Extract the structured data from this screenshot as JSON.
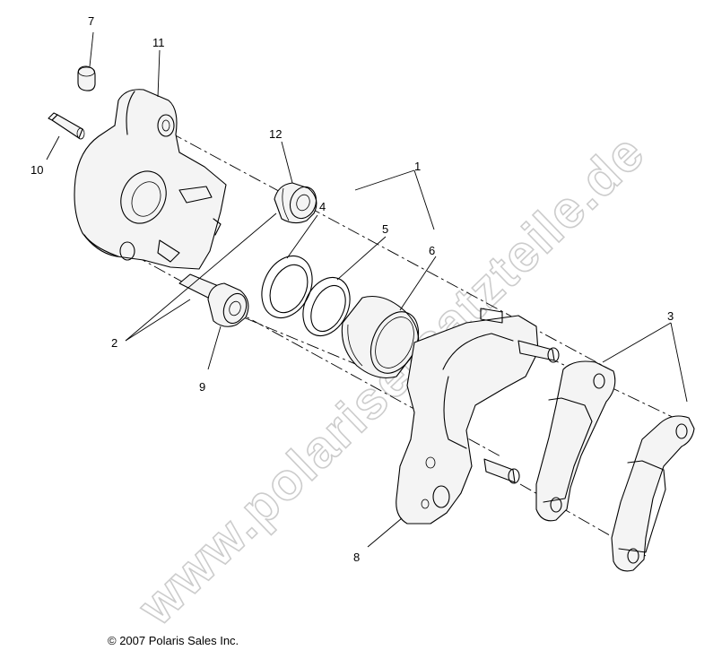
{
  "watermark": "www.polarisersatzteile.de",
  "copyright": "© 2007 Polaris Sales Inc.",
  "callouts": {
    "c1": "1",
    "c2": "2",
    "c3": "3",
    "c4": "4",
    "c5": "5",
    "c6": "6",
    "c7": "7",
    "c8": "8",
    "c9": "9",
    "c10": "10",
    "c11": "11",
    "c12": "12"
  }
}
